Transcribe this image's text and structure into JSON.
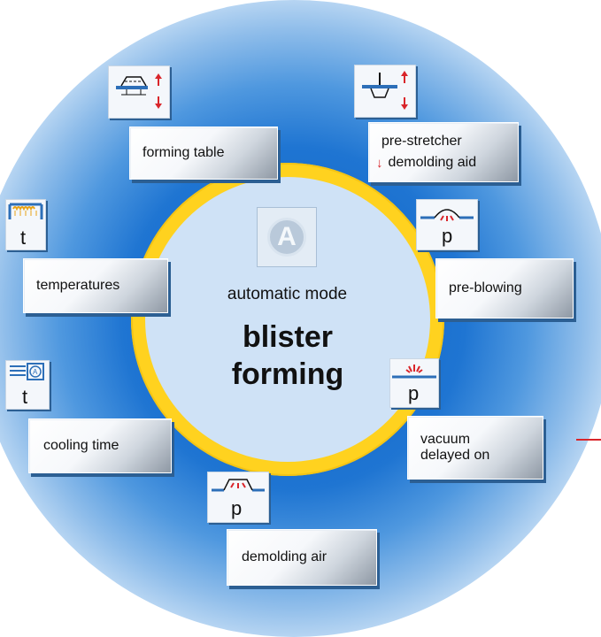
{
  "center": {
    "mode_label": "automatic mode",
    "title_line1": "blister",
    "title_line2": "forming",
    "icon_letter": "A"
  },
  "cards": {
    "forming_table": "forming table",
    "pre_stretcher": "pre-stretcher",
    "demolding_aid": "demolding aid",
    "temperatures": "temperatures",
    "pre_blowing": "pre-blowing",
    "cooling_time": "cooling time",
    "vacuum_line1": "vacuum",
    "vacuum_line2": "delayed on",
    "demolding_air": "demolding air"
  },
  "icon_labels": {
    "t": "t",
    "p": "p"
  },
  "colors": {
    "ring": "#ffd21f",
    "halo_center": "#0a5fc4",
    "accent_red": "#d9252a"
  },
  "icons": {
    "forming_table": "forming-table-icon",
    "pre_stretcher": "pre-stretcher-icon",
    "temperatures": "heater-icon",
    "pre_blowing": "pre-blowing-icon",
    "cooling_time": "cooling-fan-icon",
    "vacuum": "vacuum-icon",
    "demolding_air": "demolding-air-icon",
    "automatic": "automatic-mode-icon"
  }
}
